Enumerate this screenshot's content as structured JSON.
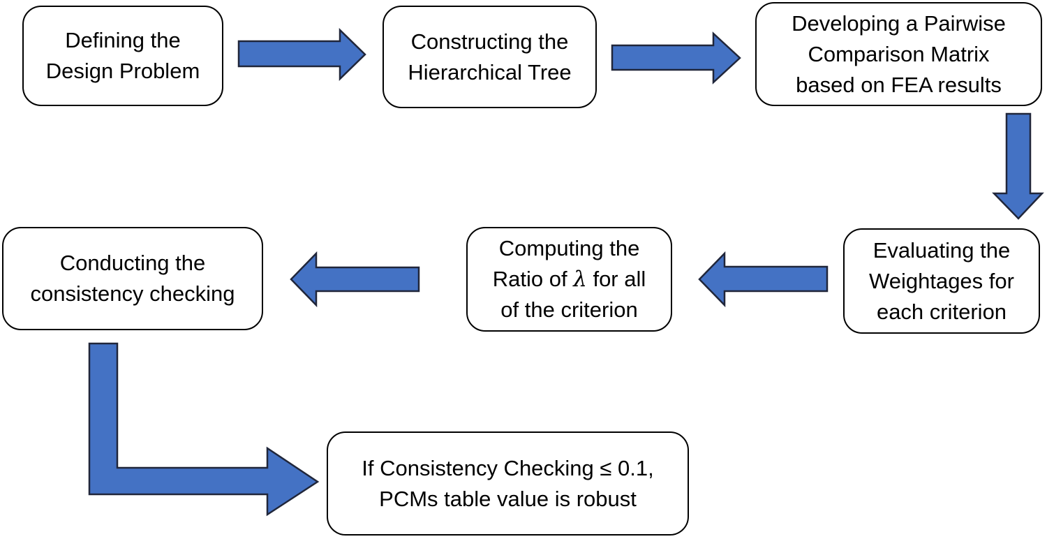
{
  "colors": {
    "canvas-bg": "#ffffff",
    "box-fill": "#ffffff",
    "box-border": "#000000",
    "arrow-fill": "#4472c4",
    "arrow-outline": "#20263a",
    "text-color": "#000000"
  },
  "figure": {
    "type": "flowchart",
    "nodes": [
      {
        "id": "defining-design-problem",
        "text": "Defining the\nDesign Problem"
      },
      {
        "id": "constructing-hierarchical-tree",
        "text": "Constructing the\nHierarchical Tree"
      },
      {
        "id": "developing-pcm",
        "text": "Developing a Pairwise\nComparison Matrix\nbased on FEA results"
      },
      {
        "id": "evaluating-weightages",
        "text": "Evaluating the\nWeightages for\neach criterion"
      },
      {
        "id": "computing-ratio",
        "line1": "Computing the",
        "lambda_line": {
          "pre": "Ratio of ",
          "lambda": "λ",
          "post": " for all"
        },
        "line3": "of the criterion"
      },
      {
        "id": "consistency-checking",
        "text": "Conducting the\nconsistency checking"
      },
      {
        "id": "result-robust",
        "text": "If Consistency Checking ≤ 0.1,\nPCMs table value is robust"
      }
    ],
    "edges": [
      {
        "from": "defining-design-problem",
        "to": "constructing-hierarchical-tree",
        "direction": "right"
      },
      {
        "from": "constructing-hierarchical-tree",
        "to": "developing-pcm",
        "direction": "right"
      },
      {
        "from": "developing-pcm",
        "to": "evaluating-weightages",
        "direction": "down"
      },
      {
        "from": "evaluating-weightages",
        "to": "computing-ratio",
        "direction": "left"
      },
      {
        "from": "computing-ratio",
        "to": "consistency-checking",
        "direction": "left"
      },
      {
        "from": "consistency-checking",
        "to": "result-robust",
        "direction": "down-right-elbow"
      }
    ]
  }
}
